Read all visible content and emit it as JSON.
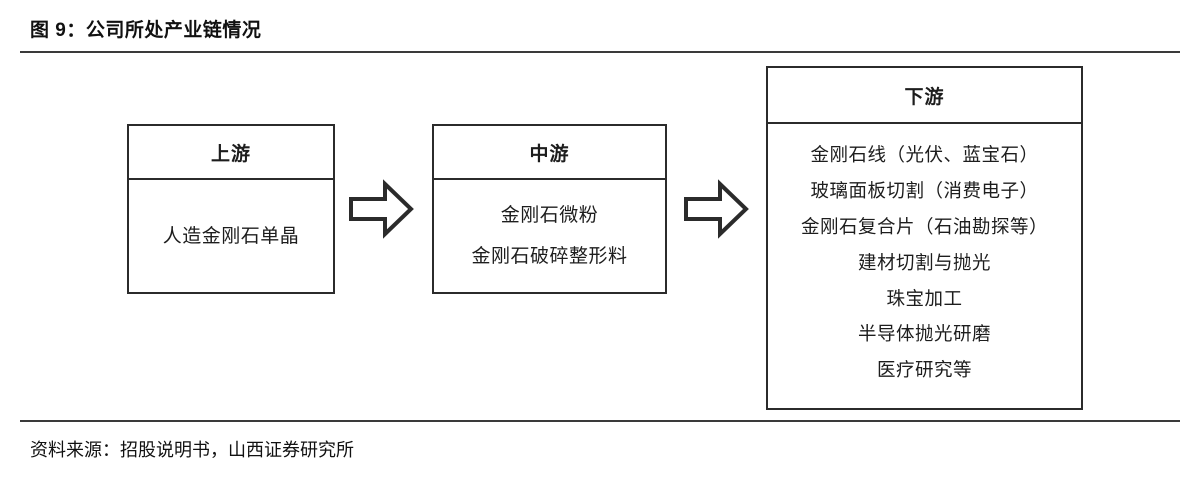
{
  "figure": {
    "title": "图 9：公司所处产业链情况",
    "source": "资料来源：招股说明书，山西证券研究所"
  },
  "chart_data": {
    "type": "diagram",
    "title": "图 9：公司所处产业链情况",
    "subtitle": "",
    "layout": "horizontal industry value chain, three stages linked by block arrows",
    "stages": [
      {
        "id": "upstream",
        "header": "上游",
        "items": [
          "人造金刚石单晶"
        ]
      },
      {
        "id": "midstream",
        "header": "中游",
        "items": [
          "金刚石微粉",
          "金刚石破碎整形料"
        ]
      },
      {
        "id": "downstream",
        "header": "下游",
        "items": [
          "金刚石线（光伏、蓝宝石）",
          "玻璃面板切割（消费电子）",
          "金刚石复合片（石油勘探等）",
          "建材切割与抛光",
          "珠宝加工",
          "半导体抛光研磨",
          "医疗研究等"
        ]
      }
    ],
    "connectors": [
      {
        "id": "arrow-up-mid",
        "from": "upstream",
        "to": "midstream",
        "shape": "block-arrow-right"
      },
      {
        "id": "arrow-mid-down",
        "from": "midstream",
        "to": "downstream",
        "shape": "block-arrow-right"
      }
    ],
    "colors": {
      "box_border": "#2b2b2b",
      "box_fill": "#ffffff",
      "text": "#1d1d1d",
      "rule": "#3a3a3a",
      "background": "#ffffff"
    }
  }
}
